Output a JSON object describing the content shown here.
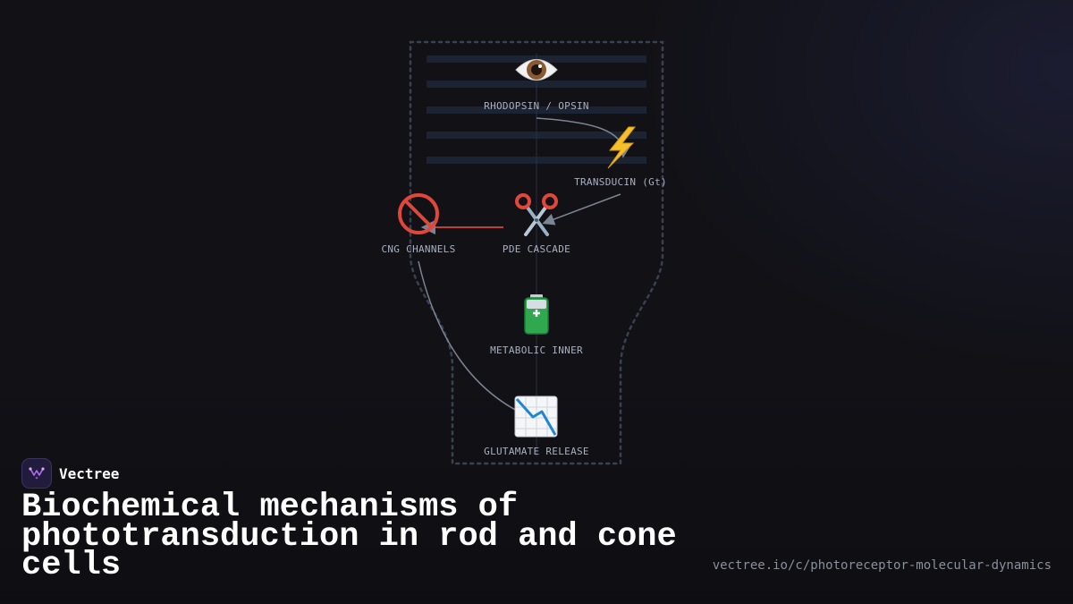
{
  "brand": {
    "name": "Vectree",
    "logo_icon": "vectree-logo-icon",
    "accent": "#b36cf0"
  },
  "title": "Biochemical mechanisms of phototransduction in rod and cone cells",
  "url": "vectree.io/c/photoreceptor-molecular-dynamics",
  "diagram": {
    "nodes": [
      {
        "id": "rhodopsin",
        "label": "RHODOPSIN / OPSIN",
        "icon": "eye-icon"
      },
      {
        "id": "transducin",
        "label": "TRANSDUCIN (Gt)",
        "icon": "lightning-icon"
      },
      {
        "id": "pde",
        "label": "PDE CASCADE",
        "icon": "scissors-icon"
      },
      {
        "id": "cng",
        "label": "CNG CHANNELS",
        "icon": "prohibited-icon"
      },
      {
        "id": "metabolic",
        "label": "METABOLIC INNER",
        "icon": "battery-icon"
      },
      {
        "id": "glutamate",
        "label": "GLUTAMATE RELEASE",
        "icon": "chart-decreasing-icon"
      }
    ],
    "edges": [
      {
        "from": "rhodopsin",
        "to": "transducin"
      },
      {
        "from": "transducin",
        "to": "pde"
      },
      {
        "from": "pde",
        "to": "cng",
        "color": "#d9463a"
      },
      {
        "from": "cng",
        "to": "glutamate"
      }
    ],
    "colors": {
      "cell_outline": "#3a4150",
      "disc_stack": "#1c2433",
      "edge": "#7c8494",
      "inhibit_edge": "#d9463a"
    }
  }
}
